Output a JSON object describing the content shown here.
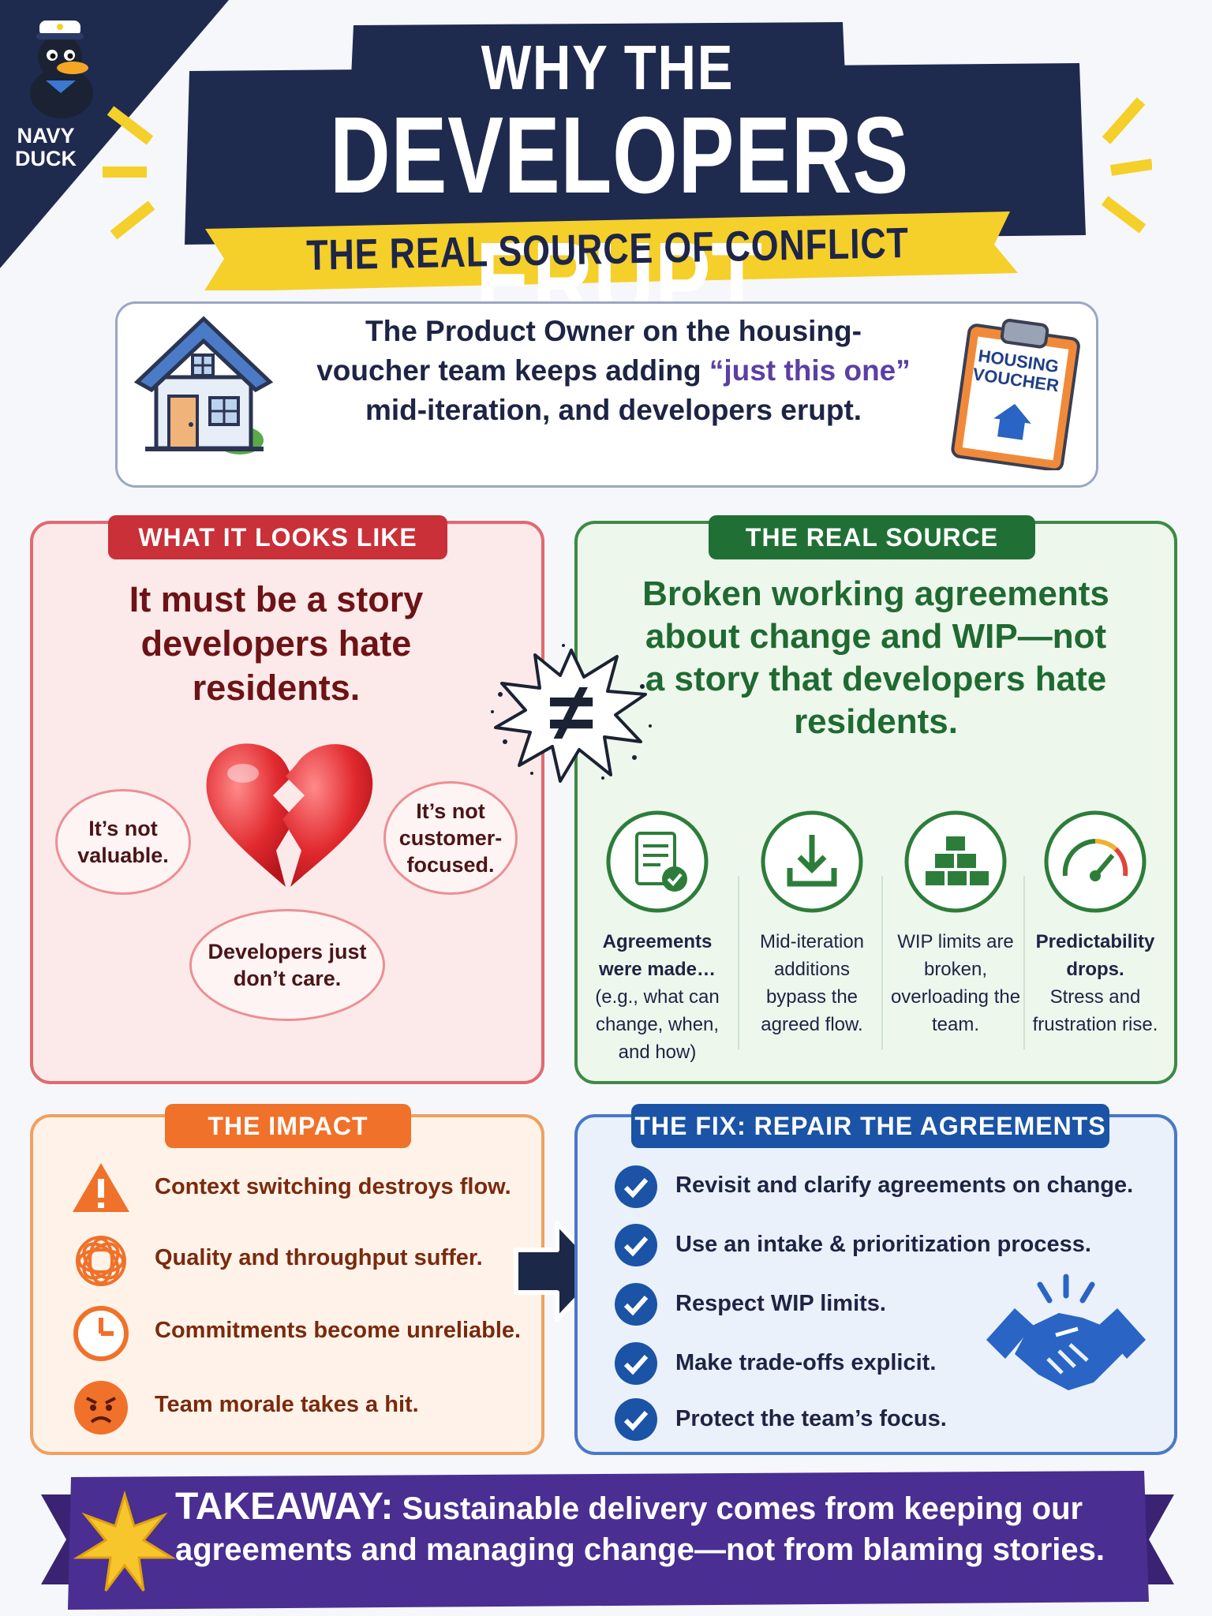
{
  "brand": {
    "line1": "NAVY",
    "line2": "DUCK"
  },
  "header": {
    "line1": "WHY THE",
    "line2": "DEVELOPERS ERUPT",
    "subtitle": "THE REAL SOURCE OF CONFLICT"
  },
  "intro": {
    "part1": "The Product Owner on the housing-voucher team keeps adding ",
    "highlight": "“just this one”",
    "part2": " mid-iteration, and developers erupt.",
    "clipboard_line1": "HOUSING",
    "clipboard_line2": "VOUCHER"
  },
  "looks_like": {
    "label": "WHAT IT LOOKS LIKE",
    "heading": "It must be a story developers hate residents.",
    "bubbles": [
      "It’s not valuable.",
      "It’s not customer-focused.",
      "Developers just don’t care."
    ]
  },
  "real_source": {
    "label": "THE REAL SOURCE",
    "heading": "Broken working agreements about change and WIP—not a story that developers hate residents.",
    "items": [
      {
        "bold": "Agreements were made…",
        "text": "(e.g., what can change, when, and how)",
        "icon": "clipboard-check-icon"
      },
      {
        "bold": "",
        "text": "Mid-iteration additions bypass the agreed flow.",
        "icon": "download-tray-icon"
      },
      {
        "bold": "",
        "text": "WIP limits are broken, overloading the team.",
        "icon": "stacked-blocks-icon"
      },
      {
        "bold": "Predictability drops.",
        "text": "Stress and frustration rise.",
        "icon": "gauge-icon"
      }
    ]
  },
  "not_equal_symbol": "≠",
  "impact": {
    "label": "THE IMPACT",
    "items": [
      {
        "text": "Context switching destroys flow.",
        "icon": "warning-icon"
      },
      {
        "text": "Quality and throughput suffer.",
        "icon": "tangle-icon"
      },
      {
        "text": "Commitments become unreliable.",
        "icon": "clock-icon"
      },
      {
        "text": "Team morale takes a hit.",
        "icon": "angry-face-icon"
      }
    ]
  },
  "fix": {
    "label": "THE FIX: REPAIR THE AGREEMENTS",
    "items": [
      "Revisit and clarify agreements on change.",
      "Use an intake & prioritization process.",
      "Respect WIP limits.",
      "Make trade-offs explicit.",
      "Protect the team’s focus."
    ]
  },
  "takeaway": {
    "keyword": "TAKEAWAY:",
    "text": " Sustainable delivery comes from keeping our agreements and managing change—not from blaming stories."
  },
  "colors": {
    "navy": "#1f2a4f",
    "yellow": "#f5cf2a",
    "red_label": "#c93038",
    "green_label": "#207035",
    "orange_label": "#f0712a",
    "blue_label": "#1b53a6",
    "purple_ribbon": "#4a2e91"
  }
}
